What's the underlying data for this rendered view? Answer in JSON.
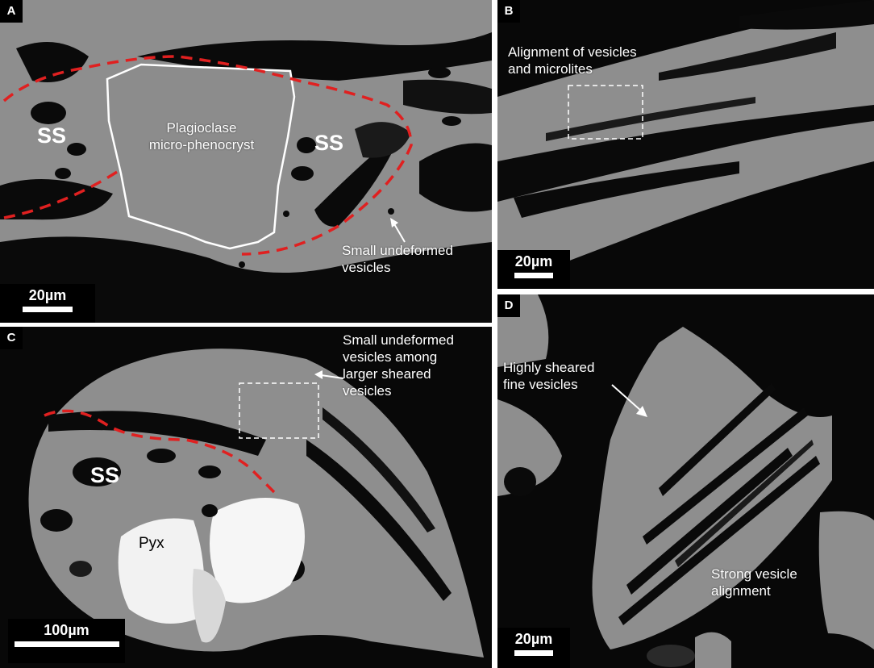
{
  "panels": {
    "a": {
      "label": "A",
      "ss_left": "SS",
      "ss_right": "SS",
      "crystal_label": "Plagioclase\nmicro-phenocryst",
      "annotation": "Small undeformed\nvesicles",
      "scale": "20µm"
    },
    "b": {
      "label": "B",
      "annotation": "Alignment of vesicles\nand microlites",
      "scale": "20µm"
    },
    "c": {
      "label": "C",
      "annotation": "Small undeformed\nvesicles among\nlarger sheared\nvesicles",
      "ss": "SS",
      "pyx": "Pyx",
      "scale": "100µm"
    },
    "d": {
      "label": "D",
      "annotation_top": "Highly sheared\nfine vesicles",
      "annotation_bottom": "Strong vesicle\nalignment",
      "scale": "20µm"
    }
  },
  "colors": {
    "glass": "#8e8e8e",
    "vesicle": "#0a0a0a",
    "outline_dashed": "#e02020",
    "outline_crystal": "#ffffff"
  }
}
